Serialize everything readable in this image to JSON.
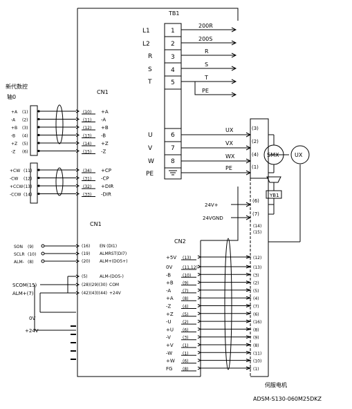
{
  "tb1": {
    "label": "TB1",
    "left_labels": [
      "L1",
      "L2",
      "R",
      "S",
      "T"
    ],
    "numbers": [
      "1",
      "2",
      "3",
      "4",
      "5"
    ],
    "wire_labels": [
      "200R",
      "200S",
      "R",
      "S",
      "T",
      "PE"
    ]
  },
  "motor_block": {
    "left_labels": [
      "U",
      "V",
      "W",
      "PE"
    ],
    "numbers": [
      "6",
      "7",
      "8"
    ],
    "wire_labels": [
      "UX",
      "VX",
      "WX",
      "PE"
    ],
    "pin_labels": [
      "(3)",
      "(2)",
      "(4)",
      "(1)"
    ],
    "smx_label": "SMX",
    "ux_label": "UX",
    "brake_label": "YB1",
    "pwr_labels": [
      "24V+",
      "24VGND"
    ],
    "pwr_pins": [
      "(6)",
      "(7)"
    ],
    "cable_pins": [
      "(14)",
      "(15)"
    ]
  },
  "cnc": {
    "title_line1": "新代数控",
    "title_line2": "轴0",
    "rows_top": [
      {
        "sig": "+A",
        "pin": "(1)"
      },
      {
        "sig": "-A",
        "pin": "(2)"
      },
      {
        "sig": "+B",
        "pin": "(3)"
      },
      {
        "sig": "-B",
        "pin": "(4)"
      },
      {
        "sig": "+Z",
        "pin": "(5)"
      },
      {
        "sig": "-Z",
        "pin": "(6)"
      }
    ],
    "rows_bottom": [
      {
        "sig": "+CW",
        "pin": "(11)"
      },
      {
        "sig": "-CW",
        "pin": "(12)"
      },
      {
        "sig": "+CCW",
        "pin": "(13)"
      },
      {
        "sig": "-CCW",
        "pin": "(14)"
      }
    ]
  },
  "cn1_upper": {
    "label": "CN1",
    "rows": [
      {
        "pin": "(10)",
        "sig": "+A"
      },
      {
        "pin": "(11)",
        "sig": "-A"
      },
      {
        "pin": "(12)",
        "sig": "+B"
      },
      {
        "pin": "(13)",
        "sig": "-B"
      },
      {
        "pin": "(14)",
        "sig": "+Z"
      },
      {
        "pin": "(15)",
        "sig": "-Z"
      }
    ],
    "rows2": [
      {
        "pin": "(34)",
        "sig": "+CP"
      },
      {
        "pin": "(31)",
        "sig": "-CP"
      },
      {
        "pin": "(32)",
        "sig": "+DIR"
      },
      {
        "pin": "(33)",
        "sig": "-DIR"
      }
    ]
  },
  "cn1_lower": {
    "label": "CN1",
    "left_rows": [
      {
        "sig": "SON",
        "pin": "(9)"
      },
      {
        "sig": "SCLR",
        "pin": "(10)"
      },
      {
        "sig": "ALM-",
        "pin": "(8)"
      }
    ],
    "right_rows": [
      {
        "pin": "(16)",
        "sig": "EN  (DI1)"
      },
      {
        "pin": "(19)",
        "sig": "ALMRST(DI7)"
      },
      {
        "pin": "(20)",
        "sig": "ALM+(DO5+)"
      },
      {
        "pin": "(5)",
        "sig": "ALM-(DO5-)"
      },
      {
        "pin": "(28)(29)(30)",
        "sig": "COM"
      },
      {
        "pin": "(42)(43)(44)",
        "sig": "+24V"
      }
    ],
    "scom": "SCOM(15)",
    "alm_plus": "ALM+(7)",
    "zero_v": "0V",
    "plus24": "+24V"
  },
  "cn2": {
    "label": "CN2",
    "left_labels": [
      "+5V",
      "0V",
      "-B",
      "+B",
      "-A",
      "+A",
      "-Z",
      "+Z",
      "-U",
      "+U",
      "-V",
      "+V",
      "-W",
      "+W",
      "FG"
    ],
    "pins": [
      "(13)",
      "(11,12)",
      "(10)",
      "(9)",
      "(7)",
      "(8)",
      "(4)",
      "(5)",
      "(2)",
      "(6)",
      "(3)",
      "(1)",
      "(1)",
      "(6)",
      "(8)"
    ],
    "motor_pins": [
      "(12)",
      "(13)",
      "(3)",
      "(2)",
      "(5)",
      "(4)",
      "(7)",
      "(6)",
      "(16)",
      "(8)",
      "(9)",
      "(8)",
      "(11)",
      "(10)",
      "(1)"
    ]
  },
  "footer": {
    "motor_label": "伺服电机",
    "model": "ADSM-S130-060M25DKZ"
  }
}
